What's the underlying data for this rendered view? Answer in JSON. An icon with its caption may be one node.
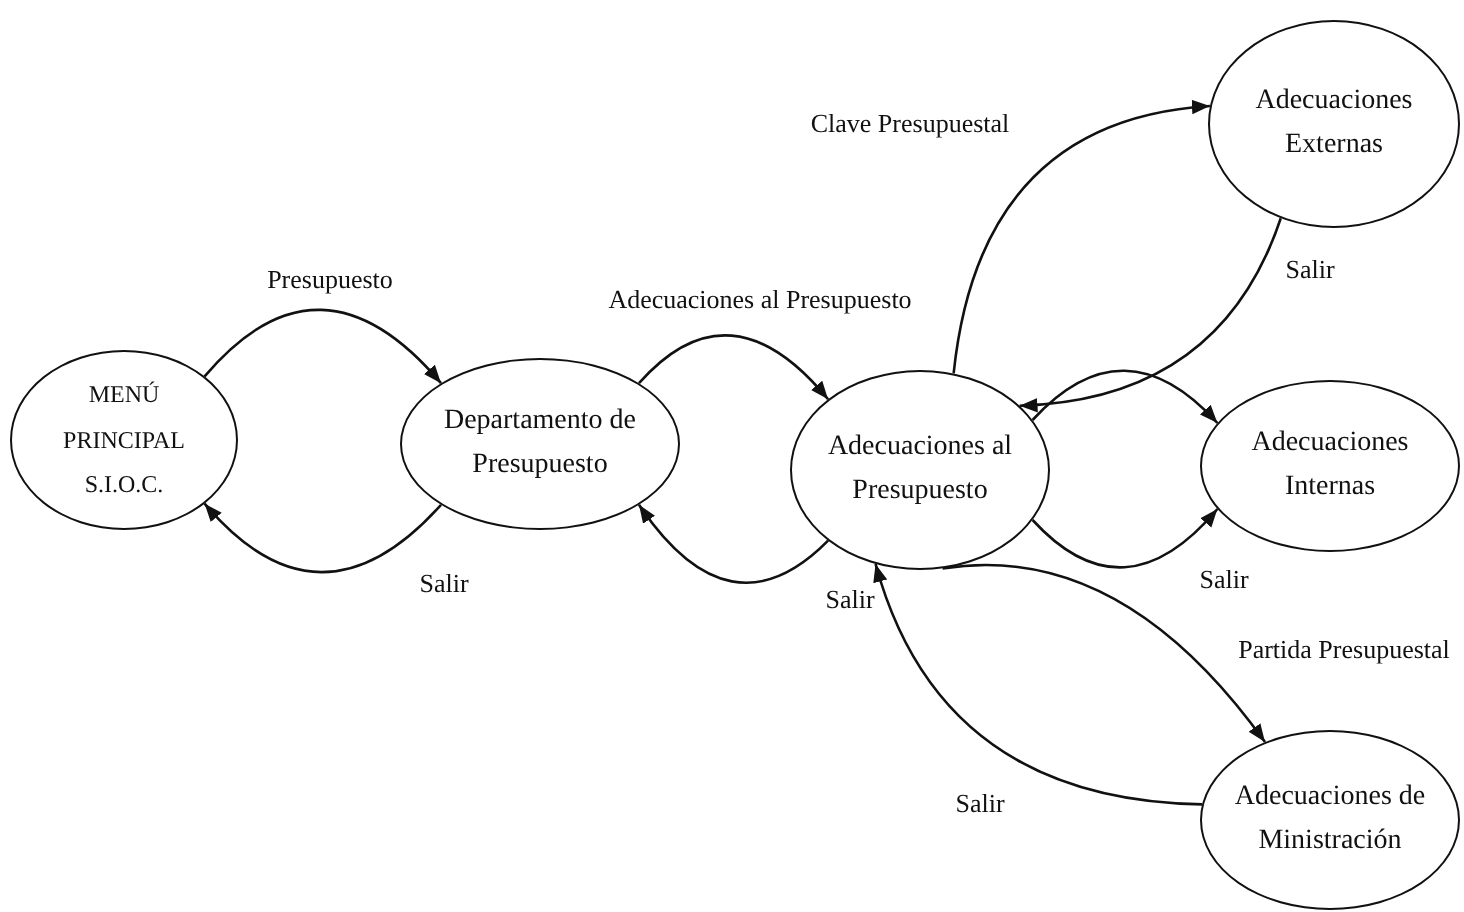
{
  "diagram": {
    "nodes": [
      {
        "text": [
          "MENÚ PRINCIPAL S.I.O.C."
        ]
      },
      {
        "text": [
          "Departamento de Presupuesto"
        ]
      },
      {
        "text": [
          "Adecuaciones al Presupuesto"
        ]
      },
      {
        "text": [
          "Adecuaciones Externas"
        ]
      },
      {
        "text": [
          "Adecuaciones Internas"
        ]
      },
      {
        "text": [
          "Adecuaciones de Ministración"
        ]
      }
    ],
    "edges": [
      {
        "from": 0,
        "to": 1,
        "arrow": "to",
        "label": "Presupuesto"
      },
      {
        "from": 1,
        "to": 0,
        "arrow": "to",
        "label": "Salir"
      },
      {
        "from": 1,
        "to": 2,
        "arrow": "to",
        "label": "Adecuaciones al Presupuesto"
      },
      {
        "from": 2,
        "to": 1,
        "arrow": "to",
        "label": "Salir"
      },
      {
        "from": 2,
        "to": 3,
        "arrow": "to",
        "label": "Clave Presupuestal"
      },
      {
        "from": 3,
        "to": 2,
        "arrow": "to",
        "label": "Salir"
      },
      {
        "from": 2,
        "to": 4,
        "arrow": "to"
      },
      {
        "from": 2,
        "to": 4,
        "arrow": "to",
        "label": "Salir"
      },
      {
        "from": 2,
        "to": 5,
        "arrow": "to",
        "label": "Partida Presupuestal"
      },
      {
        "from": 5,
        "to": 2,
        "arrow": "to",
        "label": "Salir"
      }
    ]
  }
}
